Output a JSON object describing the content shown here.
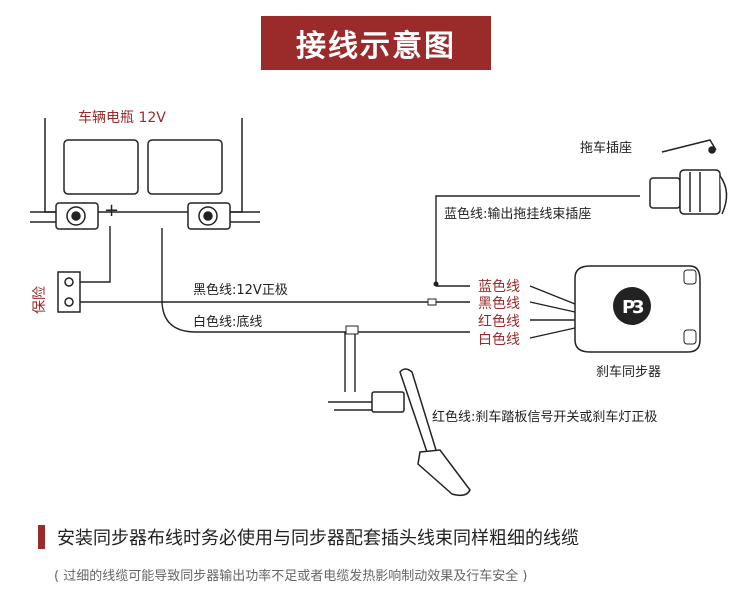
{
  "title": "接线示意图",
  "labels": {
    "battery": "车辆电瓶 12V",
    "plus": "+",
    "fuse": "保险",
    "tow_socket": "拖车插座",
    "blue_wire_desc": "蓝色线:输出拖挂线束插座",
    "black_wire_desc": "黑色线:12V正极",
    "white_wire_desc": "白色线:底线",
    "red_wire_desc": "红色线:刹车踏板信号开关或刹车灯正极",
    "synchronizer": "刹车同步器",
    "wire_blue": "蓝色线",
    "wire_black": "黑色线",
    "wire_red": "红色线",
    "wire_white": "白色线"
  },
  "colors": {
    "accent": "#9b2a2a",
    "line": "#222222"
  },
  "notes": {
    "main": "安装同步器布线时务必使用与同步器配套插头线束同样粗细的线缆",
    "sub": "( 过细的线缆可能导致同步器输出功率不足或者电缆发热影响制动效果及行车安全 )"
  }
}
